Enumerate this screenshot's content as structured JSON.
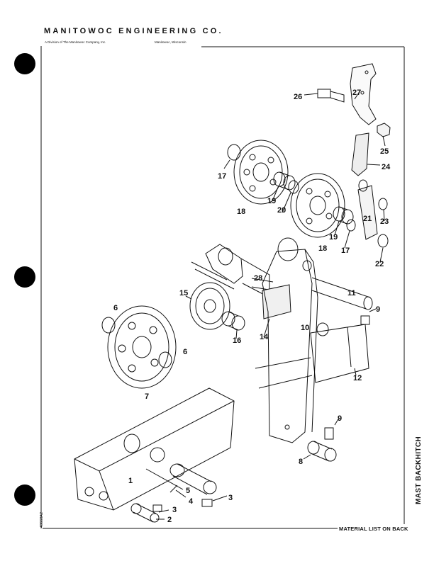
{
  "header": {
    "company": "MANITOWOC ENGINEERING CO.",
    "division": "A Division of The Manitowoc Company, Inc.",
    "location": "Manitowoc, Wisconsin"
  },
  "footer": {
    "material_note": "MATERIAL LIST ON BACK",
    "section_title": "MAST BACKHITCH",
    "doc_number": "43668A2"
  },
  "callouts": [
    "1",
    "2",
    "3",
    "3",
    "4",
    "5",
    "6",
    "6",
    "7",
    "8",
    "9",
    "9",
    "10",
    "11",
    "12",
    "14",
    "15",
    "16",
    "17",
    "17",
    "18",
    "18",
    "19",
    "19",
    "20",
    "21",
    "22",
    "23",
    "24",
    "25",
    "26",
    "27",
    "28"
  ]
}
